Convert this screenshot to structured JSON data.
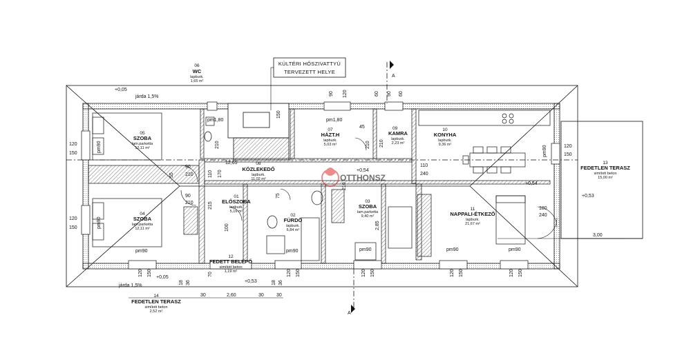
{
  "annotations": {
    "heat_pump_line1": "KÜLTÉRI HŐSZIVATTYÚ",
    "heat_pump_line2": "TERVEZETT HELYE",
    "section_mark": "A",
    "watermark": "OTTHONSZ"
  },
  "rooms": {
    "wc": {
      "number": "06",
      "name": "WC",
      "floor": "lapburk.",
      "area": "1,65 m²"
    },
    "szoba1": {
      "number": "05",
      "name": "SZOBA",
      "floor": "lam.parketta",
      "area": "12,11 m²"
    },
    "haztarto": {
      "number": "07",
      "name": "HÁZT.H",
      "floor": "lapburk.",
      "area": "5,03 m²"
    },
    "kamra": {
      "number": "09",
      "name": "KAMRA",
      "floor": "lapburk.",
      "area": "2,23 m²"
    },
    "konyha": {
      "number": "10",
      "name": "KONYHA",
      "floor": "lapburk.",
      "area": "9,36 m²"
    },
    "kozlekedo": {
      "number": "08",
      "name": "KÖZLEKEDŐ",
      "floor": "lapburk.",
      "area": "11,02 m²"
    },
    "szoba2": {
      "number": "04",
      "name": "SZOBA",
      "floor": "lam.parketta",
      "area": "12,11 m²"
    },
    "eloszoba": {
      "number": "01",
      "name": "ELŐSZOBA",
      "floor": "lapburk.",
      "area": "5,16 m²"
    },
    "furdo": {
      "number": "02",
      "name": "FÜRDŐ",
      "floor": "lapburk.",
      "area": "6,84 m²"
    },
    "szoba3": {
      "number": "03",
      "name": "SZOBA",
      "floor": "lam.parketta",
      "area": "9,40 m²"
    },
    "nappali": {
      "number": "11",
      "name": "NAPPALI-ÉTKEZŐ",
      "floor": "lapburk.",
      "area": "21,67 m²"
    },
    "terasz13": {
      "number": "13",
      "name": "FEDETLEN TERASZ",
      "floor": "simított beton",
      "area": "15,00 m²"
    },
    "belepo": {
      "number": "12",
      "name": "FEDETT BELÉPŐ",
      "floor": "simított beton",
      "area": "1,19 m²"
    },
    "terasz14": {
      "number": "14",
      "name": "FEDETLEN TERASZ",
      "floor": "simított beton",
      "area": "2,52 m²"
    }
  },
  "levels": {
    "top_left": "+0,05",
    "bottom_left": "+0,05",
    "entrance": "+0,53",
    "hall": "+0,54",
    "living": "+0,54",
    "terrace_right": "+0,53",
    "hall_width": "12,65"
  },
  "walkways": {
    "top": "járda 1,5%",
    "bottom": "járda 1,5%"
  },
  "dimensions": {
    "d90": "90",
    "d120": "120",
    "d150": "150",
    "d210": "210",
    "d240": "240",
    "d110": "110",
    "d170": "170",
    "d100": "100",
    "d75": "75",
    "d55": "55",
    "d45": "45",
    "d60": "60",
    "d180": "180",
    "d215": "215",
    "d285": "2,85",
    "d30": "30",
    "d260": "2,60",
    "d300": "3,00",
    "d18": "18",
    "d36": "36",
    "d70": "70"
  },
  "openings": {
    "pm180": "pm1,80",
    "pm90": "pm90",
    "pm180b": "pm1,80"
  },
  "colors": {
    "line": "#111111",
    "hatch": "#555555",
    "watermark": "#d9302a"
  }
}
